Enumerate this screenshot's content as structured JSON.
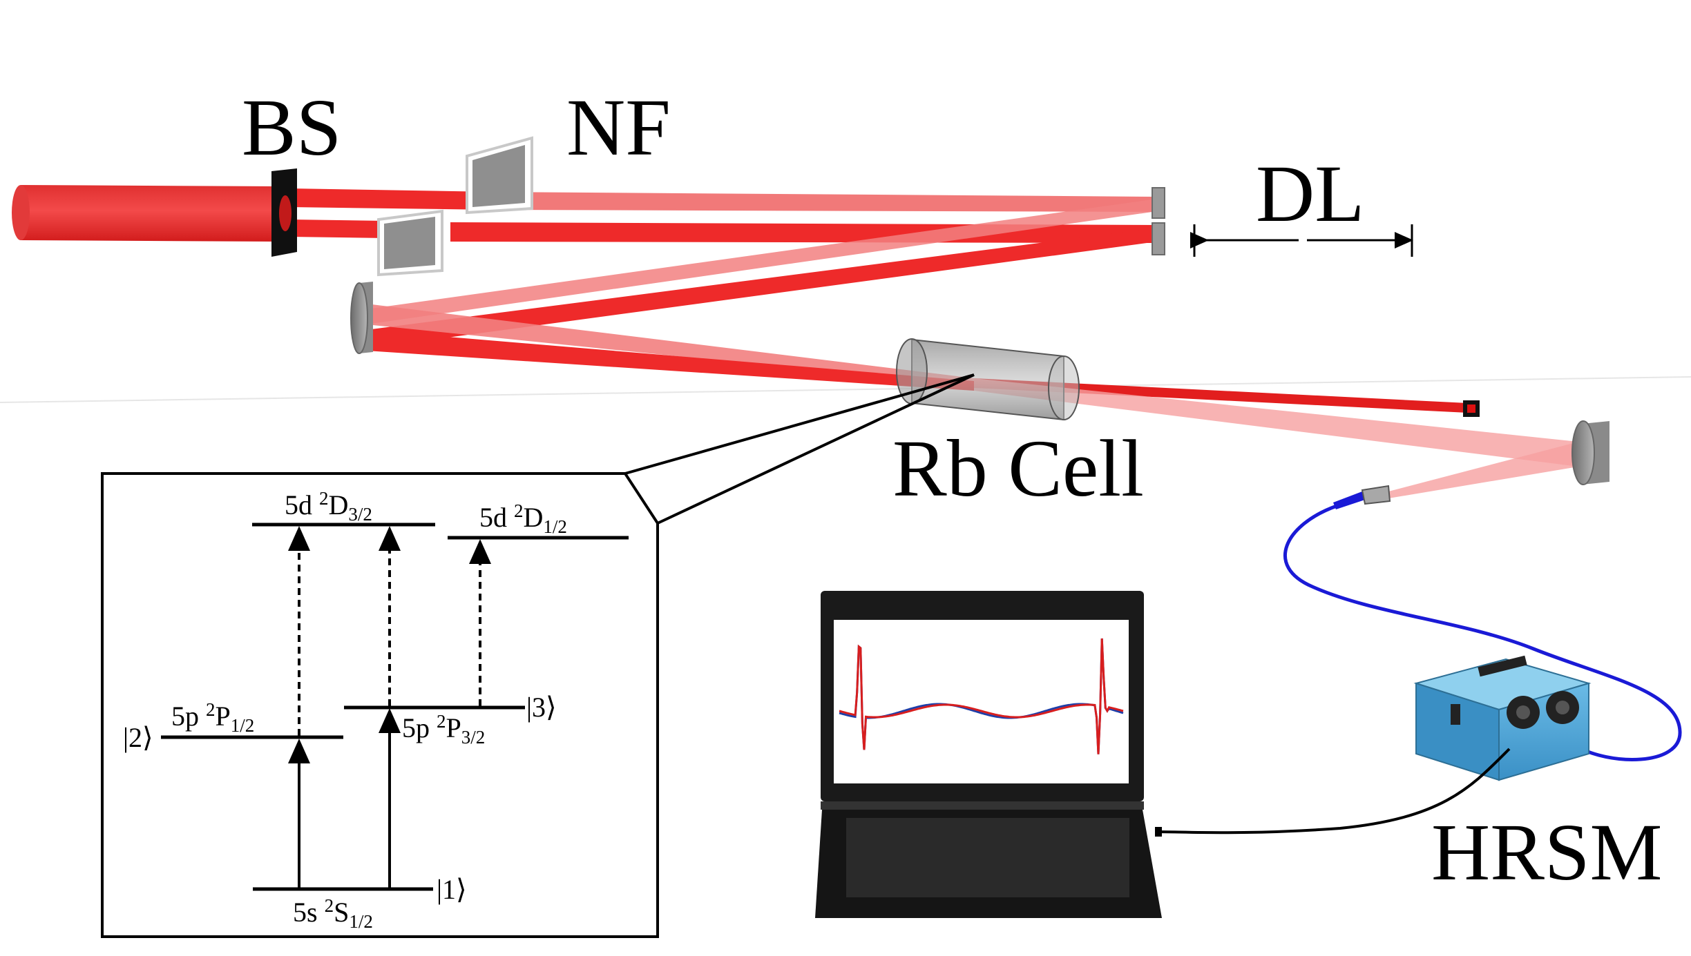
{
  "labels": {
    "bs": "BS",
    "nf": "NF",
    "dl": "DL",
    "rb_cell": "Rb Cell",
    "hrsm": "HRSM"
  },
  "levels": {
    "d32": {
      "main": "5d",
      "sup": "2",
      "term": "D",
      "sub": "3/2"
    },
    "d12": {
      "main": "5d",
      "sup": "2",
      "term": "D",
      "sub": "1/2"
    },
    "p12": {
      "main": "5p",
      "sup": "2",
      "term": "P",
      "sub": "1/2",
      "ket": "|2⟩"
    },
    "p32": {
      "main": "5p",
      "sup": "2",
      "term": "P",
      "sub": "3/2",
      "ket": "|3⟩"
    },
    "s12": {
      "main": "5s",
      "sup": "2",
      "term": "S",
      "sub": "1/2",
      "ket": "|1⟩"
    }
  },
  "colors": {
    "beam": "#ee2222",
    "fiber": "#1a1ad6",
    "spectrometer": "#4aa3d6",
    "spectrum_blue": "#1f3fa8",
    "spectrum_red": "#d81e1e"
  }
}
